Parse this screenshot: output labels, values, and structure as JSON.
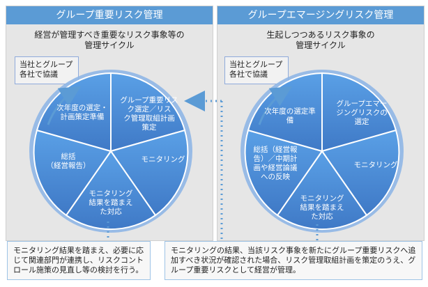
{
  "panels": [
    {
      "header": "グループ重要リスク管理",
      "subtitle": "経営が管理すべき重要なリスク事象等の\n管理サイクル",
      "callout": "当社とグループ\n各社で協議",
      "segments": [
        "グループ重要リス\nク選定／リス\nク管理取組計画\n策定",
        "モニタリング",
        "モニタリング\n結果を踏まえ\nた対応",
        "総括\n（経営報告）",
        "次年度の選定・\n計画策定準備"
      ]
    },
    {
      "header": "グループエマージングリスク管理",
      "subtitle": "生起しつつあるリスク事象の\n管理サイクル",
      "callout": "当社とグループ\n各社で協議",
      "segments": [
        "グループエマー\nジングリスクの\n選定",
        "モニタリング",
        "モニタリング\n結果を踏まえ\nた対応",
        "総括（経営報\n告）／中期計\n画や経営論議\nへの反映",
        "次年度の選定準\n備"
      ]
    }
  ],
  "notes": {
    "left": "モニタリング結果を踏まえ、必要に応じて関連部門が連携し、リスクコントロール施策の見直し等の検討を行う。",
    "right": "モニタリングの結果、当該リスク事象を新たにグループ重要リスクへ追加すべき状況が確認された場合、リスク管理取組計画を策定のうえ、グループ重要リスクとして経営が管理。"
  },
  "colors": {
    "header": "#5b9bd5",
    "segment": "#4f8fd3",
    "segment_dark": "#3d79bf",
    "arrow": "#6f9fd8",
    "dots": "#5b9bd5"
  }
}
